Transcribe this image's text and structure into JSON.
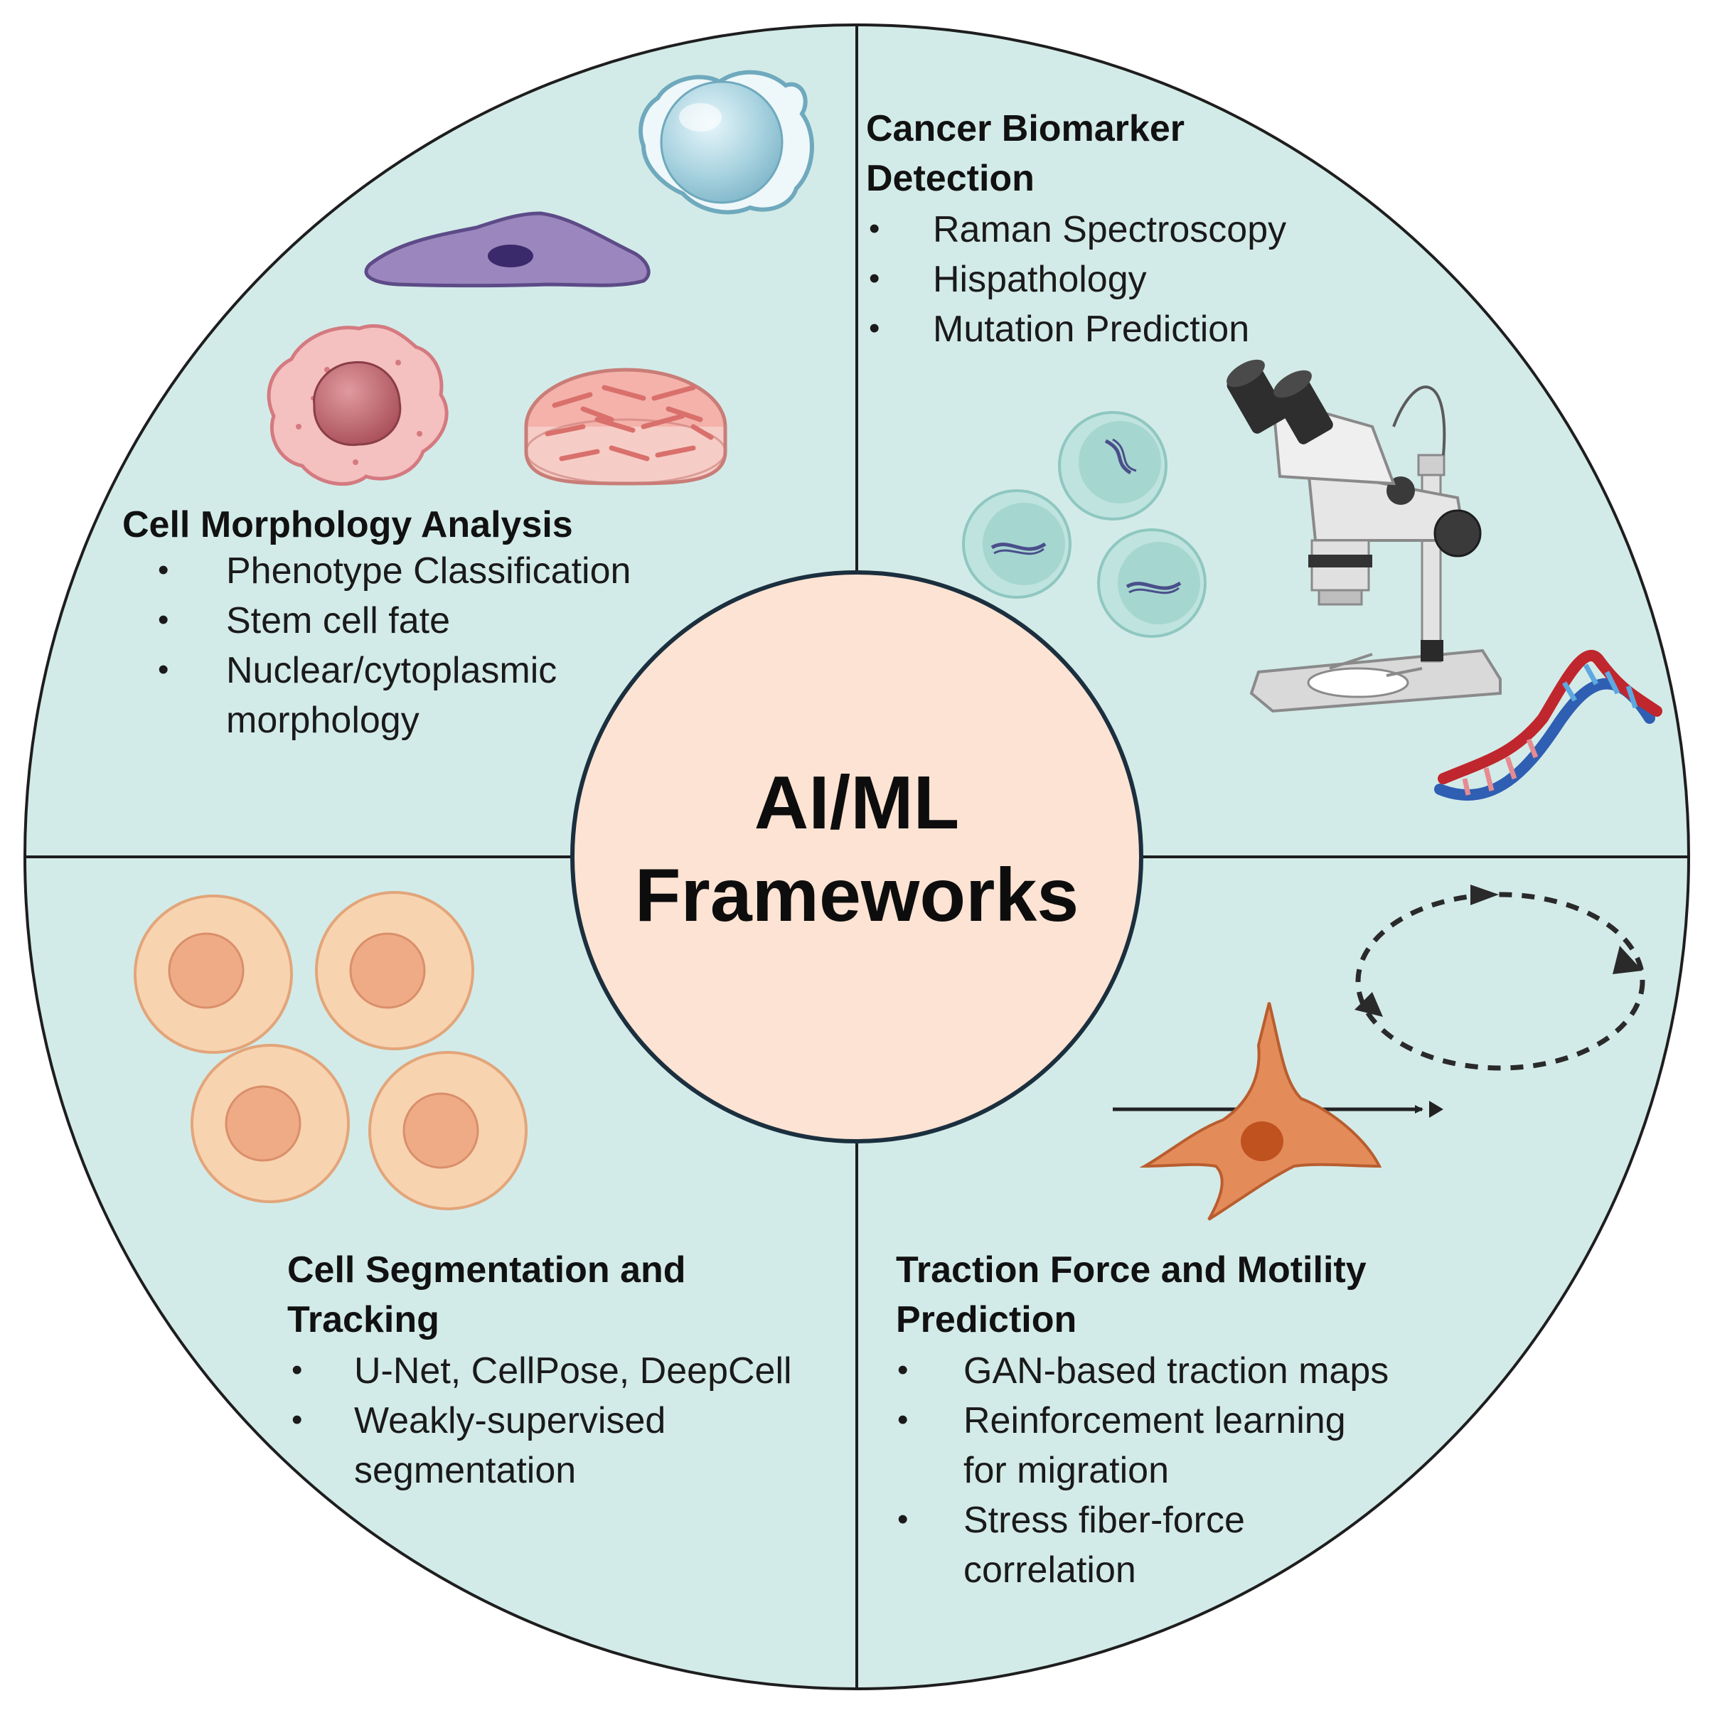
{
  "center": {
    "line1": "AI/ML",
    "line2": "Frameworks"
  },
  "bullet_char": "•",
  "quadrants": {
    "top_left": {
      "title": [
        "Cell Morphology Analysis"
      ],
      "items": [
        [
          "Phenotype Classification"
        ],
        [
          "Stem cell fate"
        ],
        [
          "Nuclear/cytoplasmic",
          "morphology"
        ]
      ]
    },
    "top_right": {
      "title": [
        "Cancer Biomarker",
        "Detection"
      ],
      "items": [
        [
          "Raman Spectroscopy"
        ],
        [
          "Hispathology"
        ],
        [
          "Mutation Prediction"
        ]
      ]
    },
    "bottom_left": {
      "title": [
        "Cell Segmentation and",
        "Tracking"
      ],
      "items": [
        [
          "U-Net, CellPose, DeepCell"
        ],
        [
          "Weakly-supervised",
          "segmentation"
        ]
      ]
    },
    "bottom_right": {
      "title": [
        "Traction Force and Motility",
        "Prediction"
      ],
      "items": [
        [
          "GAN-based traction maps"
        ],
        [
          "Reinforcement learning",
          "for migration"
        ],
        [
          "Stress fiber-force",
          "correlation"
        ]
      ]
    }
  },
  "colors": {
    "background": "#d3ebe8",
    "outline": "#1e1e1e",
    "center_fill": "#fde3d3",
    "center_stroke": "#1b2f3e"
  }
}
